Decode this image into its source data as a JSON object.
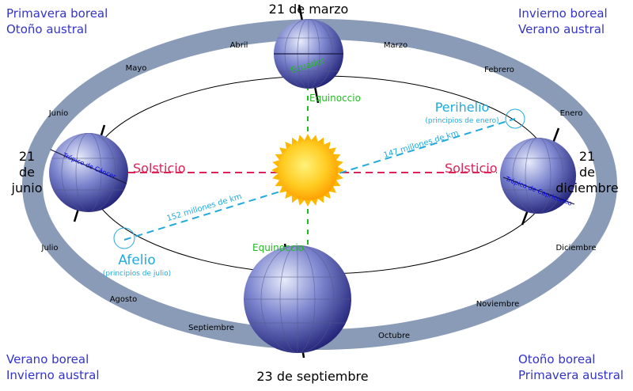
{
  "corners": {
    "top_left": [
      "Primavera boreal",
      "Otoño austral"
    ],
    "top_right": [
      "Invierno boreal",
      "Verano austral"
    ],
    "bottom_left": [
      "Verano boreal",
      "Invierno austral"
    ],
    "bottom_right": [
      "Otoño boreal",
      "Primavera austral"
    ]
  },
  "dates": {
    "top": "21 de marzo",
    "bottom": "23 de septiembre",
    "left": [
      "21",
      "de",
      "junio"
    ],
    "right": [
      "21",
      "de",
      "diciembre"
    ]
  },
  "months": {
    "abril": "Abril",
    "marzo": "Marzo",
    "mayo": "Mayo",
    "febrero": "Febrero",
    "junio": "Junio",
    "enero": "Enero",
    "julio": "Julio",
    "diciembre": "Diciembre",
    "agosto": "Agosto",
    "noviembre": "Noviembre",
    "septiembre": "Septiembre",
    "octubre": "Octubre"
  },
  "labels": {
    "ecuador": "Ecuador",
    "tropico_cancer": "Trópico de Cáncer",
    "tropico_capricornio": "Trópico de Capricornio",
    "equinoccio_top": "Equinoccio",
    "equinoccio_bottom": "Equinoccio",
    "solsticio_left": "Solsticio",
    "solsticio_right": "Solsticio",
    "perihelio": "Perihelio",
    "perihelio_sub": "(principios de enero)",
    "afelio": "Afelio",
    "afelio_sub": "(principios de julio)",
    "dist_peri": "147 millones de km",
    "dist_afe": "152 millones de km"
  },
  "colors": {
    "orbit_band": "#8a9bb8",
    "season_text": "#3333cc",
    "solsticio": "#dd2255",
    "equinoccio": "#22bb22",
    "apsis": "#22aadd",
    "earth_dark": "#1a1a70",
    "sun": "#ffb800"
  }
}
